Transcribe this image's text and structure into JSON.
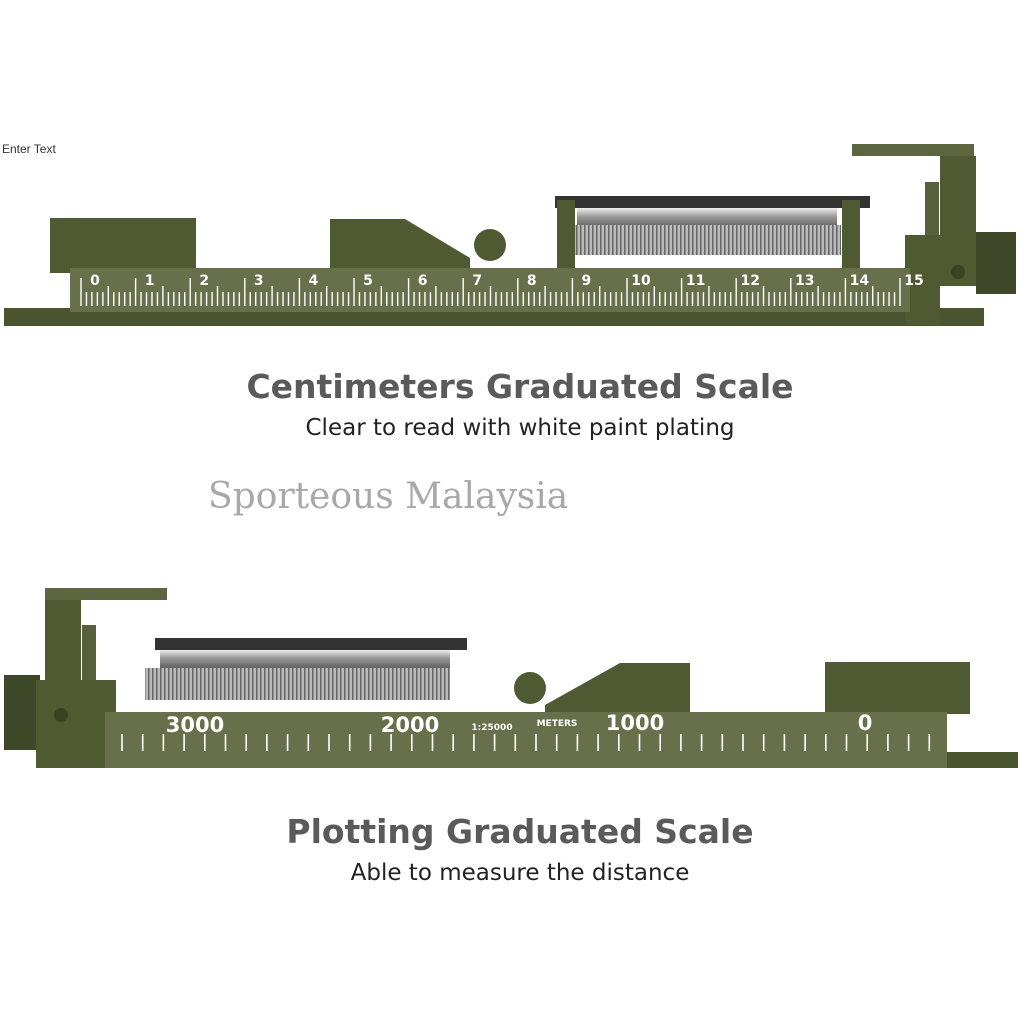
{
  "label_text": "Enter Text",
  "top_panel": {
    "title": "Centimeters Graduated Scale",
    "subtitle": "Clear to read with white paint plating",
    "scale_numbers": [
      "0",
      "1",
      "2",
      "3",
      "4",
      "5",
      "6",
      "7",
      "8",
      "9",
      "10",
      "11",
      "12",
      "13",
      "14",
      "15"
    ]
  },
  "watermark": "Sporteous Malaysia",
  "bottom_panel": {
    "title": "Plotting Graduated Scale",
    "subtitle": "Able to measure the distance",
    "scale_numbers": [
      "3000",
      "2000",
      "1000",
      "0"
    ],
    "ratio_label": "1:25000",
    "unit_label": "METERS"
  },
  "colors": {
    "body": "#4f5a33",
    "strip": "#67704a",
    "text": "#5a5a5a"
  }
}
